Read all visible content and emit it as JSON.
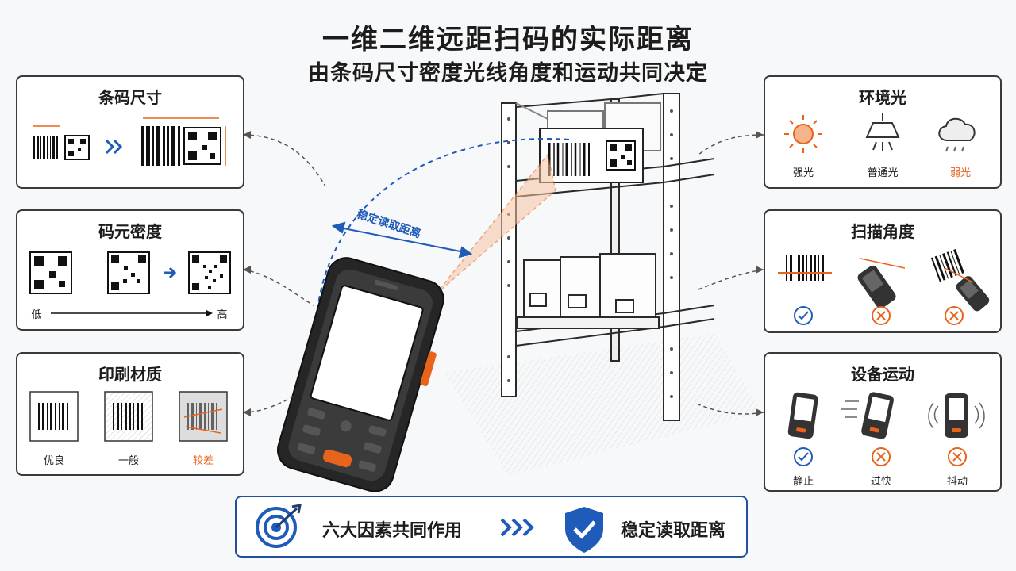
{
  "header": {
    "title": "一维二维远距扫码的实际距离",
    "subtitle": "由条码尺寸密度光线角度和运动共同决定"
  },
  "center": {
    "arc_label": "稳定读取距离"
  },
  "panels": {
    "barcode_size": {
      "title": "条码尺寸"
    },
    "density": {
      "title": "码元密度",
      "low": "低",
      "high": "高"
    },
    "print": {
      "title": "印刷材质",
      "labels": [
        "优良",
        "一般",
        "较差"
      ]
    },
    "light": {
      "title": "环境光",
      "labels": [
        "强光",
        "普通光",
        "弱光"
      ]
    },
    "angle": {
      "title": "扫描角度"
    },
    "motion": {
      "title": "设备运动",
      "labels": [
        "静止",
        "过快",
        "抖动"
      ]
    }
  },
  "banner": {
    "left_text": "六大因素共同作用",
    "right_text": "稳定读取距离"
  },
  "colors": {
    "accent_orange": "#e8631c",
    "accent_blue": "#1f5bb8",
    "border": "#3a3a3a"
  }
}
